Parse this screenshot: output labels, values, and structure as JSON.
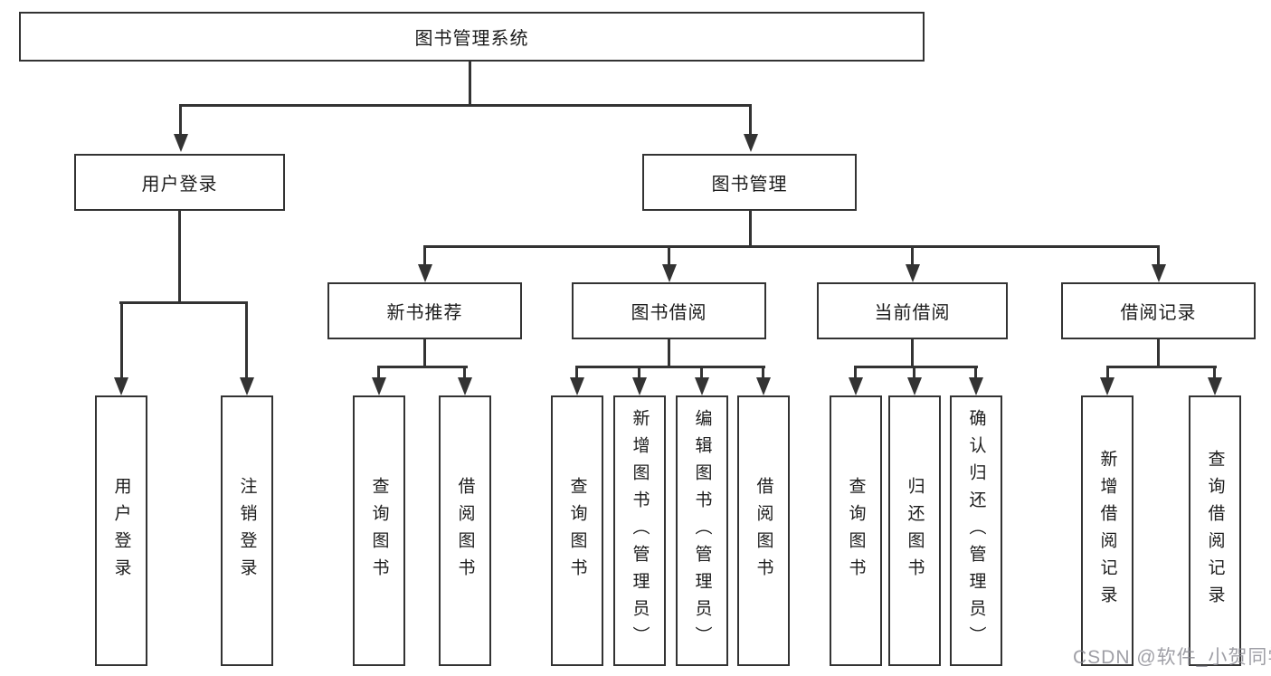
{
  "diagram": {
    "root": {
      "label": "图书管理系统"
    },
    "level2": [
      {
        "label": "用户登录"
      },
      {
        "label": "图书管理"
      }
    ],
    "level3": [
      {
        "label": "新书推荐"
      },
      {
        "label": "图书借阅"
      },
      {
        "label": "当前借阅"
      },
      {
        "label": "借阅记录"
      }
    ],
    "leaves": {
      "user": [
        {
          "label": "用户登录"
        },
        {
          "label": "注销登录"
        }
      ],
      "recommend": [
        {
          "label": "查询图书"
        },
        {
          "label": "借阅图书"
        }
      ],
      "borrow": [
        {
          "label": "查询图书"
        },
        {
          "label": "新增图书（管理员）"
        },
        {
          "label": "编辑图书（管理员）"
        },
        {
          "label": "借阅图书"
        }
      ],
      "current": [
        {
          "label": "查询图书"
        },
        {
          "label": "归还图书"
        },
        {
          "label": "确认归还（管理员）"
        }
      ],
      "records": [
        {
          "label": "新增借阅记录"
        },
        {
          "label": "查询借阅记录"
        }
      ]
    },
    "watermark": "CSDN @软件_小贺同学",
    "colors": {
      "line": "#333333",
      "text": "#1c1c1c",
      "watermark": "#8a8a92",
      "background": "#ffffff"
    }
  }
}
